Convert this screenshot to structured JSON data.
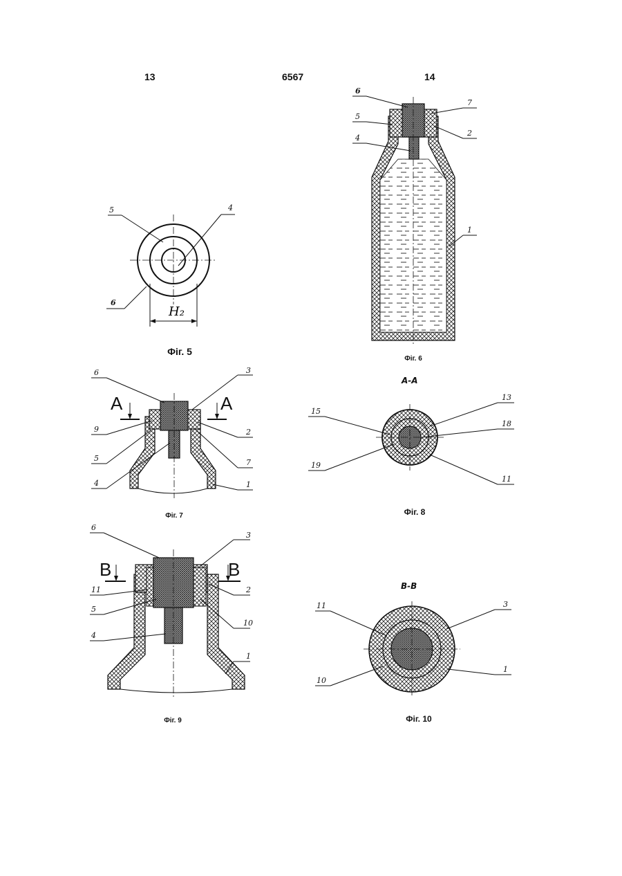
{
  "header": {
    "left_page": "13",
    "doc_number": "6567",
    "right_page": "14"
  },
  "figures": {
    "fig5": {
      "caption": "Фіг. 5",
      "labels": [
        "5",
        "4",
        "6"
      ],
      "dimension": "H₂"
    },
    "fig6": {
      "caption": "Фіг. 6",
      "labels": [
        "6",
        "5",
        "4",
        "7",
        "2",
        "1"
      ]
    },
    "fig7": {
      "caption": "Фіг. 7",
      "labels": [
        "6",
        "3",
        "9",
        "5",
        "4",
        "2",
        "7",
        "1"
      ],
      "section_mark": "A"
    },
    "fig8": {
      "caption": "Фіг. 8",
      "section_title": "A-A",
      "labels": [
        "15",
        "19",
        "13",
        "18",
        "11"
      ]
    },
    "fig9": {
      "caption": "Фіг. 9",
      "labels": [
        "6",
        "3",
        "11",
        "5",
        "4",
        "2",
        "10",
        "1"
      ],
      "section_mark": "B"
    },
    "fig10": {
      "caption": "Фіг. 10",
      "section_title": "B-B",
      "labels": [
        "11",
        "10",
        "3",
        "1"
      ]
    }
  }
}
